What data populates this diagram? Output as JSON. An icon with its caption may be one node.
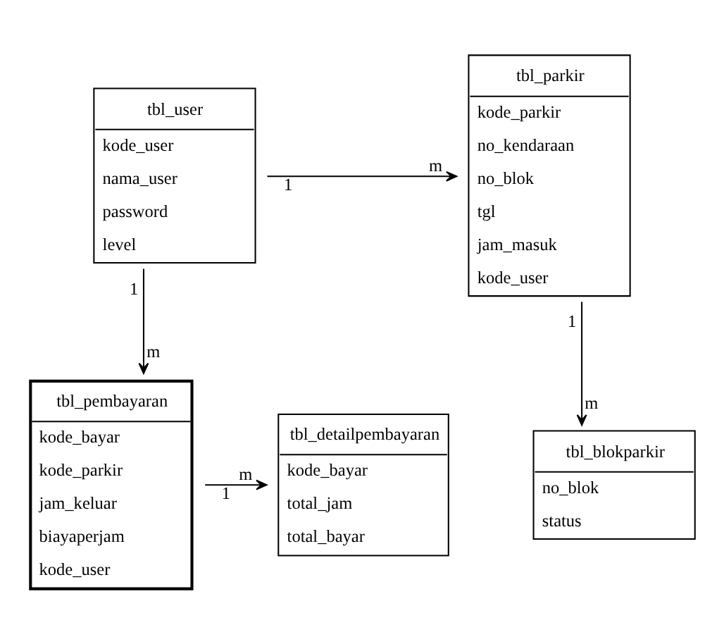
{
  "diagram": {
    "nodes": [
      {
        "text": [
          "tbl_user",
          "kode_user",
          "nama_user",
          "password",
          "level"
        ]
      },
      {
        "text": [
          "tbl_parkir",
          "kode_parkir",
          "no_kendaraan",
          "no_blok",
          "tgl",
          "jam_masuk",
          "kode_user"
        ]
      },
      {
        "text": [
          "tbl_detailpembayaran",
          "kode_bayar",
          "total_jam",
          "total_bayar"
        ]
      },
      {
        "text": [
          "tbl_pembayaran",
          "kode_bayar",
          "kode_parkir",
          "jam_keluar",
          "biayaperjam",
          "kode_user"
        ]
      },
      {
        "text": [
          "tbl_blokparkir",
          "no_blok",
          "status"
        ]
      }
    ],
    "edges": [
      {
        "from": 0,
        "to": 1,
        "arrow": "to"
      },
      {
        "from": 0,
        "to": 3,
        "arrow": "to"
      },
      {
        "from": 3,
        "to": 2,
        "arrow": "to"
      },
      {
        "from": 1,
        "to": 4,
        "arrow": "to"
      }
    ],
    "labels": [
      "1",
      "m",
      "1",
      "1",
      "m",
      "m",
      "m",
      "1"
    ]
  }
}
